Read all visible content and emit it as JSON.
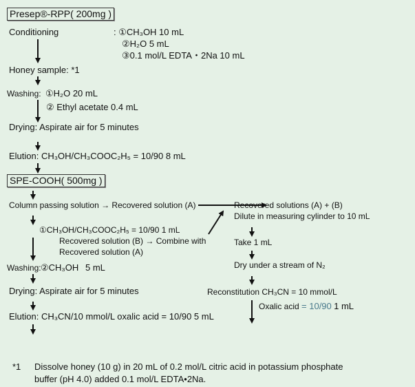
{
  "column1": {
    "title": "Presep®-RPP( 200mg )",
    "conditioning": "Conditioning",
    "conditioning_steps": [
      ": ①CH₃OH 10 mL",
      "②H₂O 5 mL",
      "③0.1 mol/L EDTA・2Na 10 mL"
    ],
    "honey_sample": "Honey sample: *1",
    "washing_label": "Washing:",
    "washing_steps": [
      "①H₂O 20 mL",
      "② Ethyl acetate 0.4 mL"
    ],
    "drying": "Drying: Aspirate air for 5 minutes",
    "elution": "Elution: CH₃OH/CH₃COOC₂H₅ = 10/90 8 mL"
  },
  "column2": {
    "title": "SPE-COOH( 500mg )",
    "column_passing": "Column passing solution → Recovered solution (A)",
    "step1": "①CH₃OH/CH₃COOC₂H₅ = 10/90 1 mL",
    "step1_note": [
      "Recovered solution (B) → Combine with",
      "Recovered solution (A)"
    ],
    "washing_label": "Washing:",
    "washing_step": "②CH₃OH",
    "washing_volume": "5 mL",
    "drying": "Drying: Aspirate air for 5 minutes",
    "elution": "Elution: CH₃CN/10 mmol/L oxalic acid = 10/90 5 mL"
  },
  "column3": {
    "combined": "Recovered solutions (A) + (B)",
    "dilute": "Dilute in measuring cylinder to 10 mL",
    "take": "Take 1 mL",
    "dry": "Dry under a stream of N₂",
    "reconstitution": "Reconstitution CH₃CN = 10 mmol/L",
    "oxalic_label": "Oxalic acid",
    "oxalic_ratio": "= 10/90",
    "oxalic_volume": "1 mL"
  },
  "footnote": {
    "marker": "*1",
    "lines": [
      "Dissolve honey (10 g) in 20 mL of 0.2 mol/L citric acid in potassium phosphate",
      "buffer (pH 4.0) added 0.1 mol/L EDTA•2Na."
    ]
  }
}
